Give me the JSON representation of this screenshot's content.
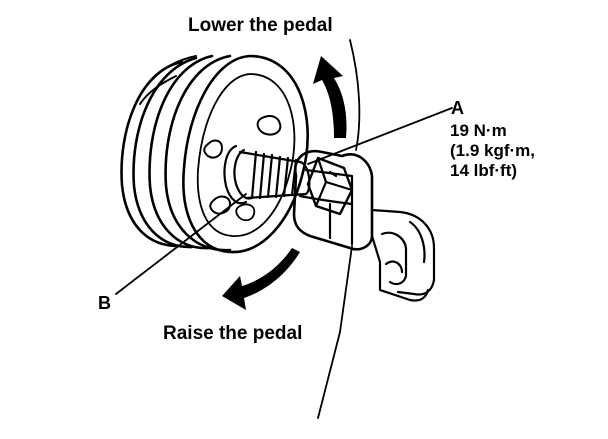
{
  "labels": {
    "lower": "Lower the pedal",
    "raise": "Raise the pedal",
    "a": "A",
    "b": "B"
  },
  "torque": {
    "line1": "19 N·m",
    "line2": "(1.9 kgf·m,",
    "line3": "14 lbf·ft)"
  },
  "colors": {
    "ink": "#000000",
    "paper": "#ffffff"
  }
}
